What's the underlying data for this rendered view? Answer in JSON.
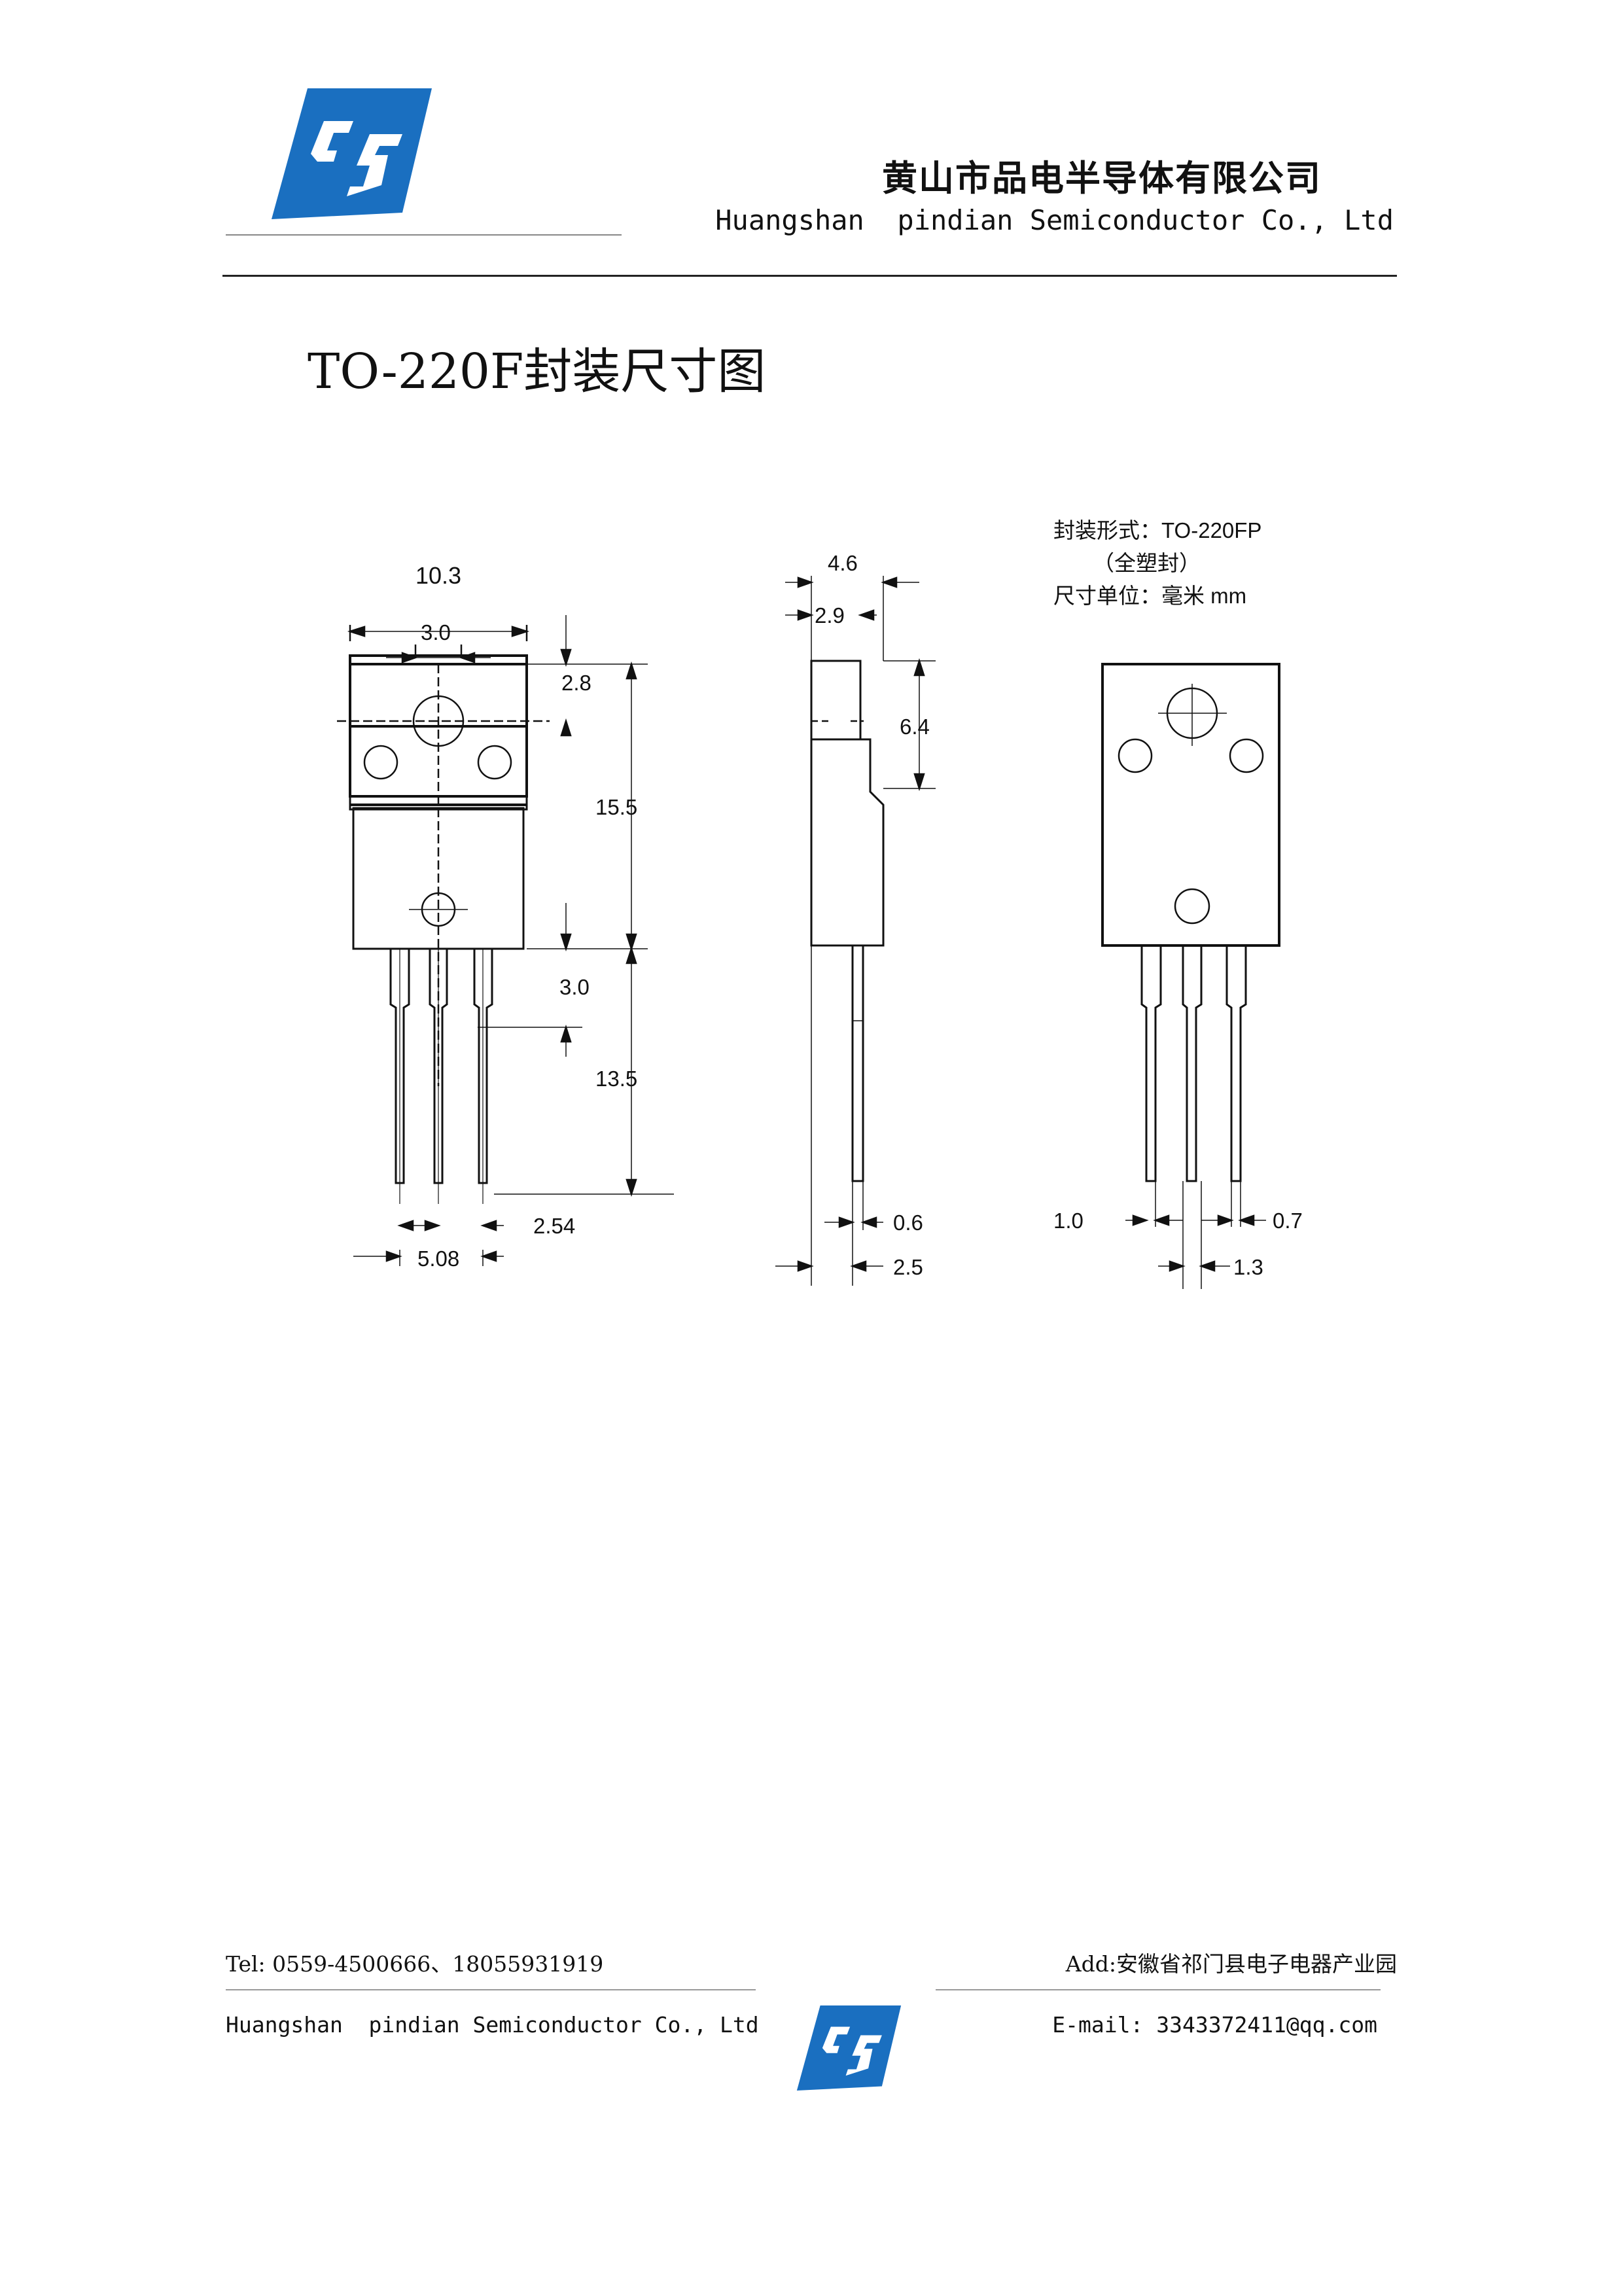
{
  "header": {
    "company_cn": "黄山市品电半导体有限公司",
    "company_en": "Huangshan  pindian Semiconductor Co., Ltd"
  },
  "title": "TO-220F封装尺寸图",
  "drawing": {
    "package_label": "封装形式：TO-220FP",
    "package_note": "（全塑封）",
    "unit_label": "尺寸单位：毫米 mm",
    "front_dims": {
      "width": "10.3",
      "hole_width": "3.0",
      "hole_top": "2.8",
      "body_height": "15.5",
      "lead_shoulder": "3.0",
      "lead_length": "13.5",
      "pitch": "2.54",
      "span": "5.08"
    },
    "side_dims": {
      "total_thickness": "4.6",
      "tab_thickness": "2.9",
      "tab_height": "6.4",
      "lead_thickness": "0.6",
      "lead_offset": "2.5"
    },
    "back_dims": {
      "lead_width_wide": "1.0",
      "lead_width": "0.7",
      "lead_gap": "1.3"
    }
  },
  "footer": {
    "tel": "Tel: 0559-4500666、18055931919",
    "addr": "Add:安徽省祁门县电子电器产业园",
    "company_en": "Huangshan  pindian Semiconductor Co., Ltd",
    "email": "E-mail: 3343372411@qq.com"
  },
  "colors": {
    "brand_blue": "#1a6fc0",
    "rule_gray": "#555555"
  }
}
